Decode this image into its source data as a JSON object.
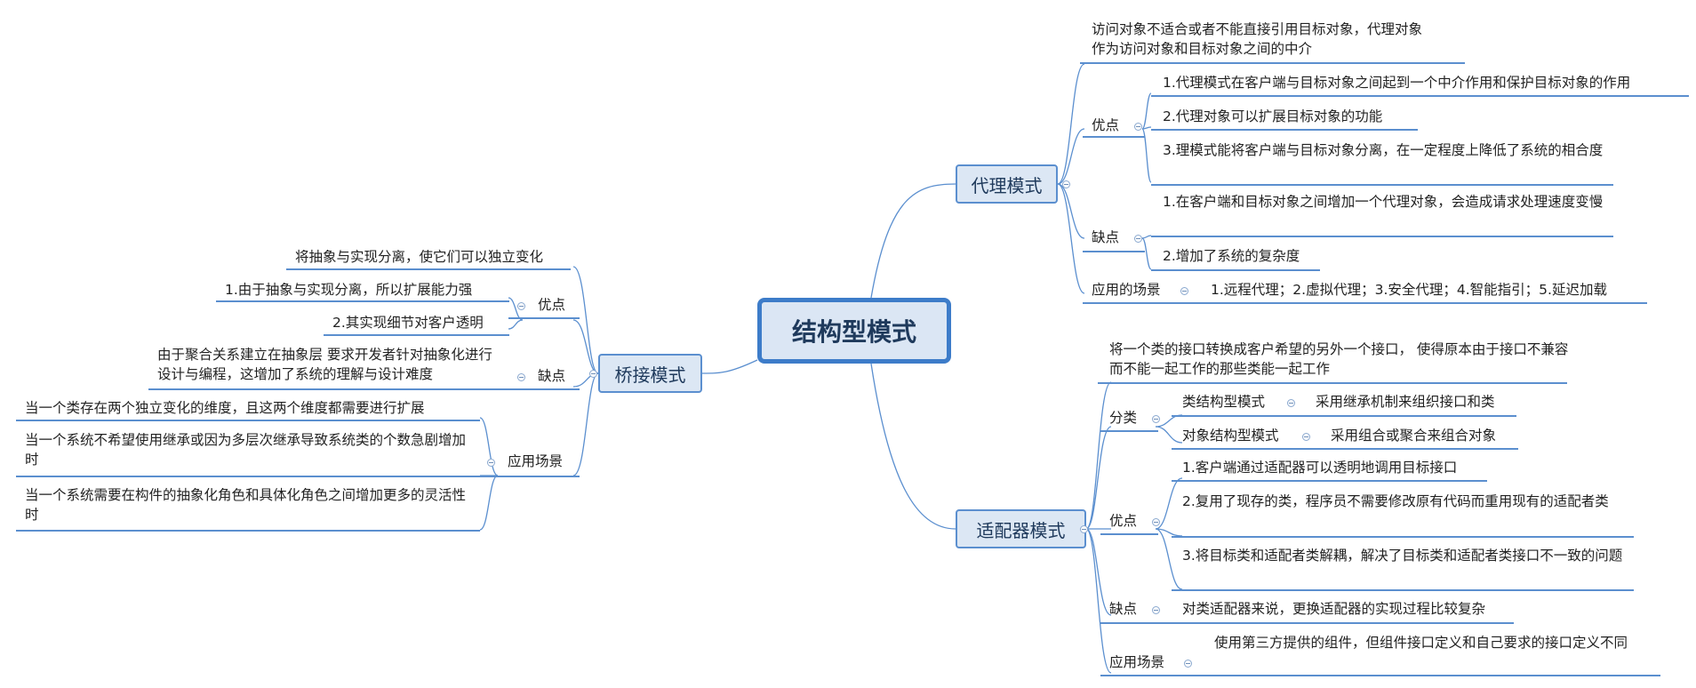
{
  "root": "结构型模式",
  "proxy": {
    "title": "代理模式",
    "desc_l1": "访问对象不适合或者不能直接引用目标对象，代理对象",
    "desc_l2": "作为访问对象和目标对象之间的中介",
    "pros_label": "优点",
    "pros": [
      "1.代理模式在客户端与目标对象之间起到一个中介作用和保护目标对象的作用",
      "2.代理对象可以扩展目标对象的功能",
      "3.理模式能将客户端与目标对象分离，在一定程度上降低了系统的相合度"
    ],
    "cons_label": "缺点",
    "cons": [
      "1.在客户端和目标对象之间增加一个代理对象，会造成请求处理速度变慢",
      "2.增加了系统的复杂度"
    ],
    "scene_label": "应用的场景",
    "scene": "1.远程代理；2.虚拟代理；3.安全代理；4.智能指引；5.延迟加载"
  },
  "adapter": {
    "title": "适配器模式",
    "desc": "将一个类的接口转换成客户希望的另外一个接口， 使得原本由于接口不兼容而不能一起工作的那些类能一起工作",
    "class_label": "分类",
    "classes": [
      {
        "name": "类结构型模式",
        "desc": "采用继承机制来组织接口和类"
      },
      {
        "name": "对象结构型模式",
        "desc": "采用组合或聚合来组合对象"
      }
    ],
    "pros_label": "优点",
    "pros": [
      "1.客户端通过适配器可以透明地调用目标接口",
      "2.复用了现存的类，程序员不需要修改原有代码而重用现有的适配者类",
      "3.将目标类和适配者类解耦，解决了目标类和适配者类接口不一致的问题"
    ],
    "cons_label": "缺点",
    "cons": "对类适配器来说，更换适配器的实现过程比较复杂",
    "scene_label": "应用场景",
    "scene": "使用第三方提供的组件，但组件接口定义和自己要求的接口定义不同"
  },
  "bridge": {
    "title": "桥接模式",
    "desc": "将抽象与实现分离，使它们可以独立变化",
    "pros_label": "优点",
    "pros": [
      "1.由于抽象与实现分离，所以扩展能力强",
      "2.其实现细节对客户透明"
    ],
    "cons_label": "缺点",
    "cons": "由于聚合关系建立在抽象层 要求开发者针对抽象化进行设计与编程，这增加了系统的理解与设计难度",
    "scene_label": "应用场景",
    "scenes": [
      "当一个类存在两个独立变化的维度，且这两个维度都需要进行扩展",
      "当一个系统不希望使用继承或因为多层次继承导致系统类的个数急剧增加时",
      "当一个系统需要在构件的抽象化角色和具体化角色之间增加更多的灵活性时"
    ]
  },
  "colors": {
    "line": "#5b8fcf",
    "node_fill": "#dce7f4",
    "root_border": "#3d7cc9"
  }
}
